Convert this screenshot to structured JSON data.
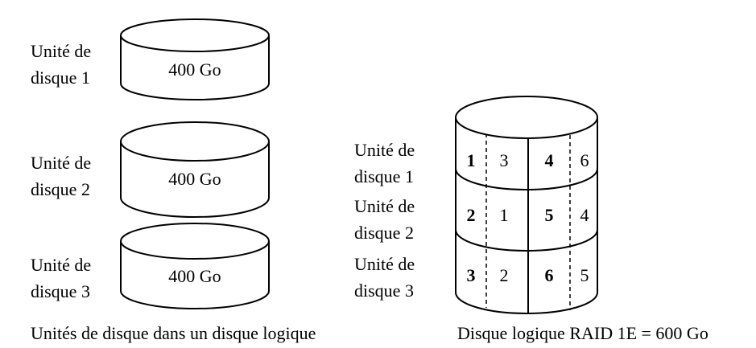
{
  "left_disks": [
    {
      "line1": "Unité de",
      "line2": "disque 1",
      "capacity": "400 Go"
    },
    {
      "line1": "Unité de",
      "line2": "disque 2",
      "capacity": "400 Go"
    },
    {
      "line1": "Unité de",
      "line2": "disque 3",
      "capacity": "400 Go"
    }
  ],
  "left_caption": "Unités de disque dans un disque logique",
  "raid_rows": [
    {
      "line1": "Unité de",
      "line2": "disque 1",
      "cells": [
        "1",
        "3",
        "4",
        "6"
      ]
    },
    {
      "line1": "Unité de",
      "line2": "disque 2",
      "cells": [
        "2",
        "1",
        "5",
        "4"
      ]
    },
    {
      "line1": "Unité de",
      "line2": "disque 3",
      "cells": [
        "3",
        "2",
        "6",
        "5"
      ]
    }
  ],
  "raid_caption": "Disque logique RAID 1E = 600 Go"
}
